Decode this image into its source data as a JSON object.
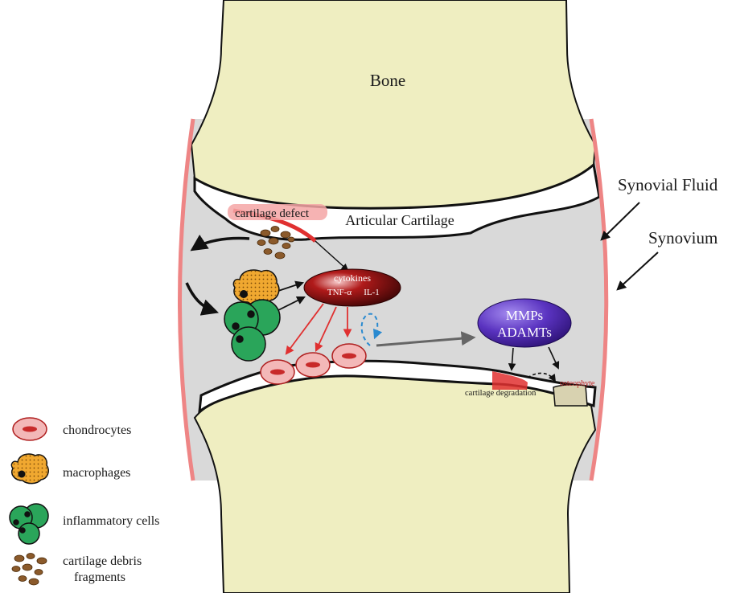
{
  "labels": {
    "bone": "Bone",
    "articular_cartilage": "Articular Cartilage",
    "synovial_fluid": "Synovial Fluid",
    "synovium": "Synovium",
    "cartilage_defect": "cartilage defect",
    "cytokines": "cytokines",
    "tnf": "TNF-α",
    "il1": "IL-1",
    "mmps": "MMPs",
    "adamts": "ADAMTs",
    "cartilage_degradation": "cartilage degradation",
    "osteophyte": "osteophyte"
  },
  "legend": [
    {
      "label": "chondrocytes",
      "icon": "chondrocyte-icon"
    },
    {
      "label": "macrophages",
      "icon": "macrophage-icon"
    },
    {
      "label": "inflammatory cells",
      "icon": "inflammatory-cells-icon"
    },
    {
      "label": "cartilage debris",
      "label2": "fragments",
      "icon": "cartilage-debris-icon"
    }
  ],
  "colors": {
    "bone": "#efeec1",
    "synovial_fluid": "#d9d9d9",
    "synovium": "#ee8585",
    "chondrocyte_fill": "#f3b8b8",
    "chondrocyte_nucleus": "#c82a2a",
    "macrophage": "#f0a830",
    "inflammatory": "#2aa55a",
    "debris": "#8b5a2b",
    "cytokine_dark": "#5a0a0a",
    "mmp_purple": "#4a2aa0",
    "red_arrow": "#e03030",
    "blue_dashed": "#2a8ad0"
  }
}
